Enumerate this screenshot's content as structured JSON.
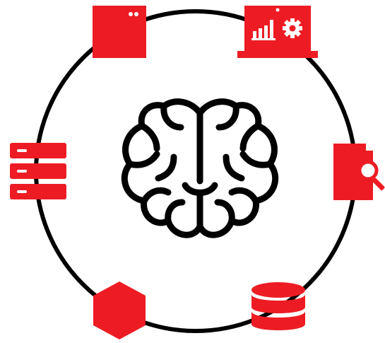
{
  "diagram": {
    "center": {
      "icon": "brain-icon",
      "color": "#000000"
    },
    "ring": {
      "color": "#000000"
    },
    "nodes": [
      {
        "id": "top-left",
        "icon": "server-box-icon",
        "color": "#ED1C24"
      },
      {
        "id": "top-right",
        "icon": "laptop-analytics-icon",
        "color": "#ED1C24"
      },
      {
        "id": "right",
        "icon": "document-search-icon",
        "color": "#ED1C24"
      },
      {
        "id": "bottom-right",
        "icon": "database-icon",
        "color": "#ED1C24"
      },
      {
        "id": "bottom-left",
        "icon": "hexagon-icon",
        "color": "#ED1C24"
      },
      {
        "id": "left",
        "icon": "server-rack-icon",
        "color": "#ED1C24"
      }
    ]
  }
}
